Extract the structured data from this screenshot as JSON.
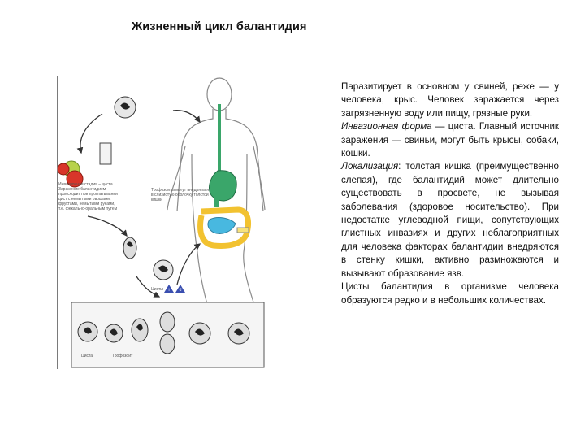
{
  "title": "Жизненный цикл балантидия",
  "figure": {
    "caption_invasion": [
      "Инвазионная стадия – циста.",
      "Заражение балантидием",
      "происходит при проглатывании",
      "цист с немытыми овощами,",
      "фруктами, немытыми руками,",
      "т.е. фекально-оральным путем"
    ],
    "caption_trophozoite": [
      "Трофозоиты могут внедряться",
      "в слизистую оболочку толстой",
      "кишки"
    ],
    "label_cysts": "Цисты",
    "label_cyst": "Циста",
    "label_trophozoite": "Трофозоит",
    "marker_1": "i",
    "marker_2": "d"
  },
  "text": {
    "p1": "Паразитирует в основном у свиней, реже — у человека, крыс. Человек заражается через загрязненную воду или пищу, грязные руки.",
    "p2_term": "Инвазионная форма",
    "p2_rest": " — циста. Главный источник заражения — свиньи, могут быть крысы, собаки, кошки.",
    "p3_term": "Локализация",
    "p3_colon": ":",
    "p3_rest": " толстая кишка (преимущественно слепая), где балантидий может длительно существовать в просвете, не вызывая заболевания (здоровое носительство). При недостатке углеводной пищи, сопутствующих глистных инвазиях и других неблагоприятных для человека факторах балантидии внедряются в стенку кишки, активно размножаются и вызывают образование язв.",
    "p4": "Цисты балантидия в организме человека образуются редко и в небольших количествах."
  },
  "colors": {
    "stomach": "#3aa66a",
    "intestine": "#f2c230",
    "small_intestine": "#48b8e0",
    "arrow": "#333333"
  }
}
